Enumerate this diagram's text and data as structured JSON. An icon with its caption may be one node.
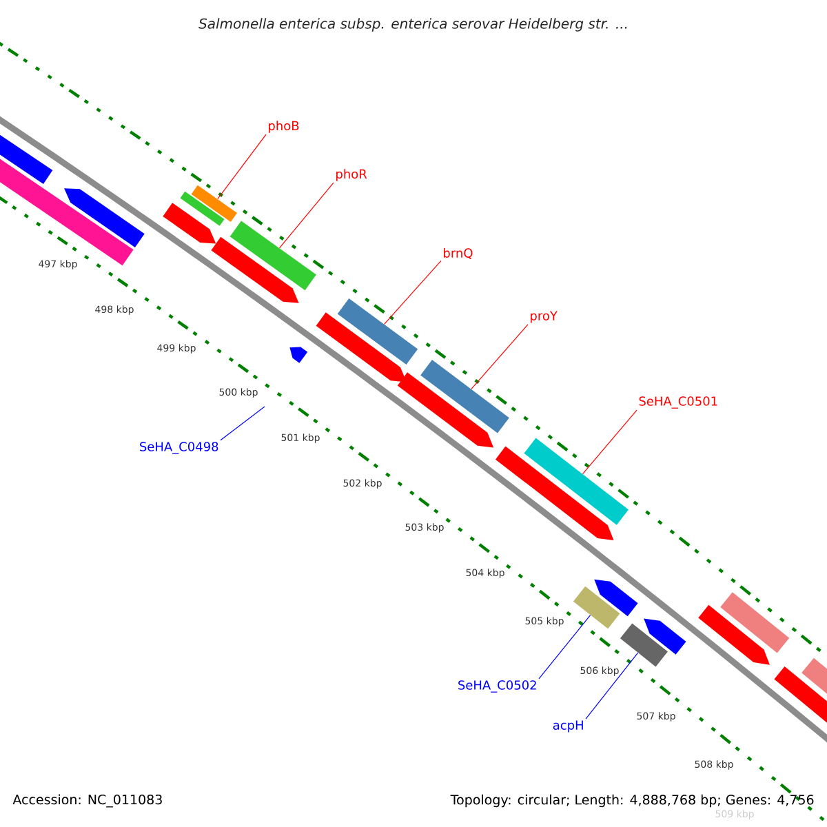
{
  "diagram": {
    "title": "Salmonella enterica subsp. enterica serovar Heidelberg str. ...",
    "nodes": [
      {
        "text": [
          "phoB"
        ]
      },
      {
        "text": [],
        "shape": "bar"
      },
      {
        "text": [
          "phoR"
        ]
      },
      {
        "text": [],
        "shape": "bar"
      },
      {
        "text": [
          "brnQ"
        ]
      },
      {
        "text": [],
        "shape": "bar"
      },
      {
        "text": [
          "proY"
        ]
      },
      {
        "text": [],
        "shape": "bar"
      },
      {
        "text": [
          "SeHA_C0501"
        ]
      },
      {
        "text": [],
        "shape": "bar"
      },
      {
        "text": [
          "SeHA_C0498"
        ]
      },
      {
        "text": [
          "SeHA_C0502"
        ]
      },
      {
        "text": [],
        "shape": "bar"
      },
      {
        "text": [
          "acpH"
        ]
      },
      {
        "text": [],
        "shape": "bar"
      },
      {
        "text": [],
        "shape": "bar"
      },
      {
        "text": [],
        "shape": "arrow"
      },
      {
        "text": [],
        "shape": "arrow"
      },
      {
        "text": [],
        "shape": "bar"
      },
      {
        "text": [],
        "shape": "arrow"
      },
      {
        "text": [],
        "shape": "arrow"
      },
      {
        "text": [],
        "shape": "arrow"
      },
      {
        "text": [],
        "shape": "arrow"
      },
      {
        "text": [],
        "shape": "arrow"
      },
      {
        "text": [],
        "shape": "arrow"
      },
      {
        "text": [],
        "shape": "arrow"
      },
      {
        "text": [],
        "shape": "arrow"
      },
      {
        "text": [],
        "shape": "arrow"
      },
      {
        "text": [],
        "shape": "bar"
      },
      {
        "text": [],
        "shape": "arrow"
      },
      {
        "text": [],
        "shape": "bar"
      }
    ],
    "edges": [
      {
        "from": 0,
        "to": 1,
        "arrow": "none"
      },
      {
        "from": 2,
        "to": 3,
        "arrow": "none"
      },
      {
        "from": 4,
        "to": 5,
        "arrow": "none"
      },
      {
        "from": 6,
        "to": 7,
        "arrow": "none"
      },
      {
        "from": 8,
        "to": 9,
        "arrow": "none"
      },
      {
        "from": 10,
        "to": null,
        "arrow": "none",
        "color": "#0000ff"
      },
      {
        "from": 11,
        "to": 12,
        "arrow": "none",
        "color": "#0000ff"
      },
      {
        "from": 13,
        "to": 14,
        "arrow": "none",
        "color": "#0000ff"
      }
    ],
    "labels": [
      "497 kbp",
      "498 kbp",
      "499 kbp",
      "500 kbp",
      "501 kbp",
      "502 kbp",
      "503 kbp",
      "504 kbp",
      "505 kbp",
      "506 kbp",
      "507 kbp",
      "508 kbp",
      "509 kbp",
      "Accession: NC_011083",
      "Topology: circular; Length: 4,888,768 bp; Genes: 4,756"
    ]
  }
}
